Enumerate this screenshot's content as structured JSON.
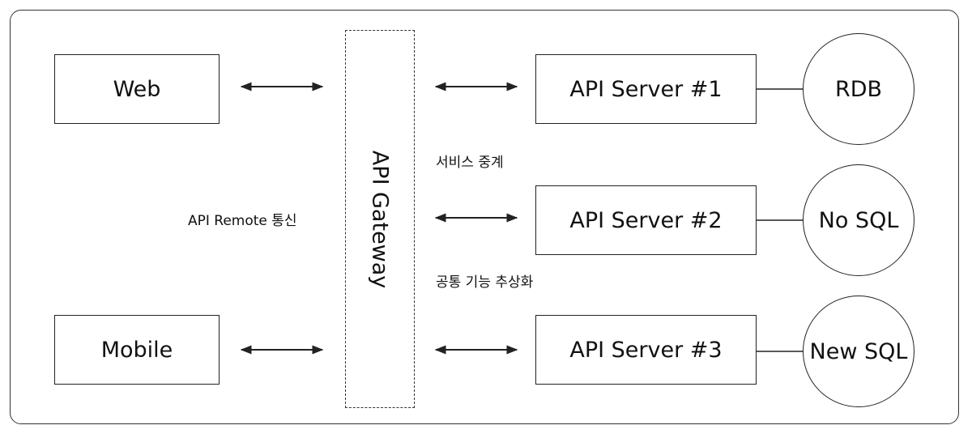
{
  "clients": {
    "web": "Web",
    "mobile": "Mobile"
  },
  "gateway": {
    "label": "API Gateway"
  },
  "notes": {
    "remote": "API Remote 통신",
    "relay": "서비스 중계",
    "common": "공통 기능 추상화"
  },
  "servers": [
    {
      "label": "API Server #1",
      "db": "RDB"
    },
    {
      "label": "API Server #2",
      "db": "No SQL"
    },
    {
      "label": "API Server #3",
      "db": "New SQL"
    }
  ]
}
